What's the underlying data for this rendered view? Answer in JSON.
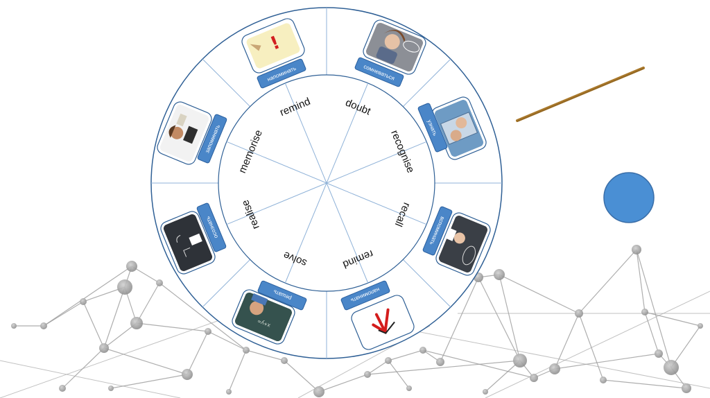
{
  "wheel": {
    "inner_words": [
      {
        "text": "remind"
      },
      {
        "text": "doubt"
      },
      {
        "text": "recognise"
      },
      {
        "text": "recall"
      },
      {
        "text": "remind"
      },
      {
        "text": "solve"
      },
      {
        "text": "realise"
      },
      {
        "text": "memorise"
      }
    ],
    "outer_labels": [
      {
        "text": "напоминать",
        "picture": "wrapped-candy-icon"
      },
      {
        "text": "сомневаться",
        "picture": "thinking-woman-photo"
      },
      {
        "text": "узнать",
        "picture": "two-women-photo"
      },
      {
        "text": "вспоминать",
        "picture": "boy-chalkboard-photo"
      },
      {
        "text": "напоминать",
        "picture": "red-arrow-icon"
      },
      {
        "text": "решать",
        "picture": "boy-solving-photo"
      },
      {
        "text": "осознать",
        "picture": "chalkboard-puzzle-photo"
      },
      {
        "text": "запоминать",
        "picture": "student-reading-photo"
      }
    ]
  },
  "colors": {
    "ring_stroke": "#2e5f95",
    "divider": "#8fb2d8",
    "tag_fill": "#4a86c8",
    "tag_stroke": "#2a5f9e",
    "dot_fill": "#4a8fd4",
    "network": "#9a9a9a"
  }
}
